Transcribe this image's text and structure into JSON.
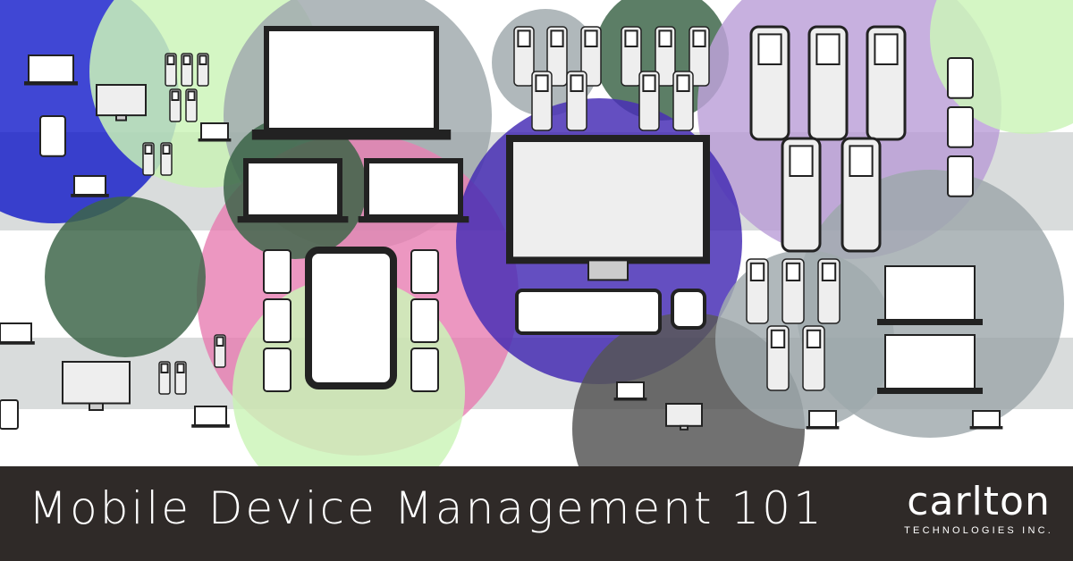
{
  "banner": {
    "title": "Mobile Device Management 101",
    "logo": {
      "wordmark": "carlton",
      "subtitle": "TECHNOLOGIES INC."
    }
  },
  "colors": {
    "bar": "#2f2a28",
    "blue": "#0a14c8",
    "violet": "#3a1fb0",
    "purple": "#b79ad6",
    "pink": "#e87ab0",
    "light_green": "#c8f5b4",
    "dark_green": "#2f5a3c",
    "gray": "#9aa4a8",
    "dark_gray": "#4a4a4a"
  }
}
